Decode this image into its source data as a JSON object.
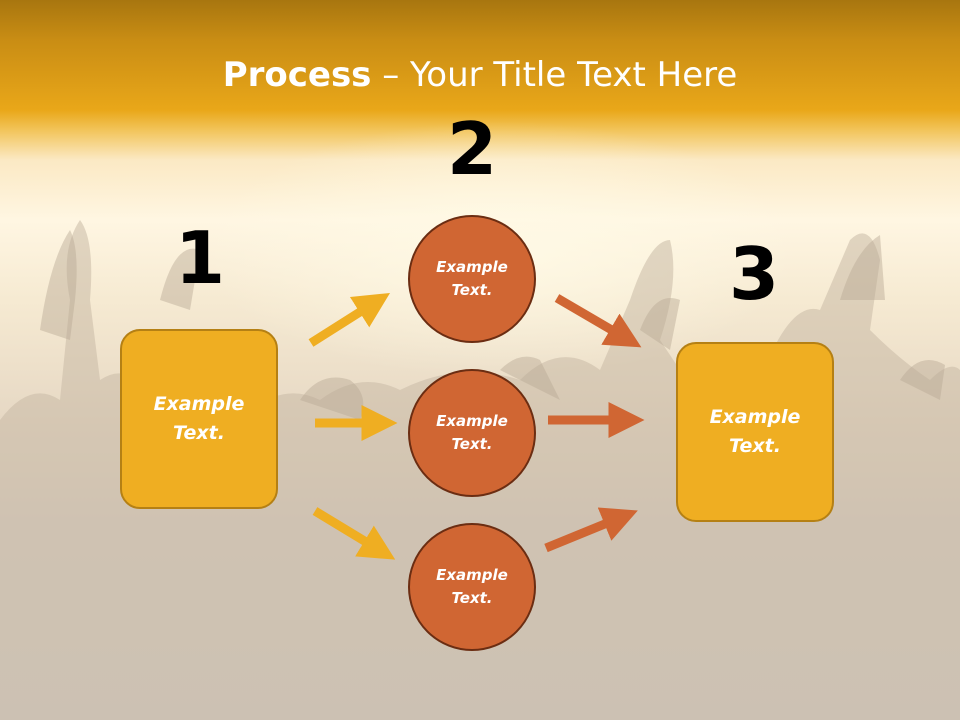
{
  "title": {
    "bold": "Process",
    "rest": " – Your Title Text Here"
  },
  "steps": [
    {
      "number": "1",
      "text_line1": "Example",
      "text_line2": "Text."
    },
    {
      "number": "2"
    },
    {
      "number": "3",
      "text_line1": "Example",
      "text_line2": "Text."
    }
  ],
  "circles": [
    {
      "text_line1": "Example",
      "text_line2": "Text."
    },
    {
      "text_line1": "Example",
      "text_line2": "Text."
    },
    {
      "text_line1": "Example",
      "text_line2": "Text."
    }
  ],
  "colors": {
    "box": "#efae22",
    "circle": "#d06633",
    "arrow_left": "#efae22",
    "arrow_right": "#d06633",
    "header": "#e9a719"
  }
}
